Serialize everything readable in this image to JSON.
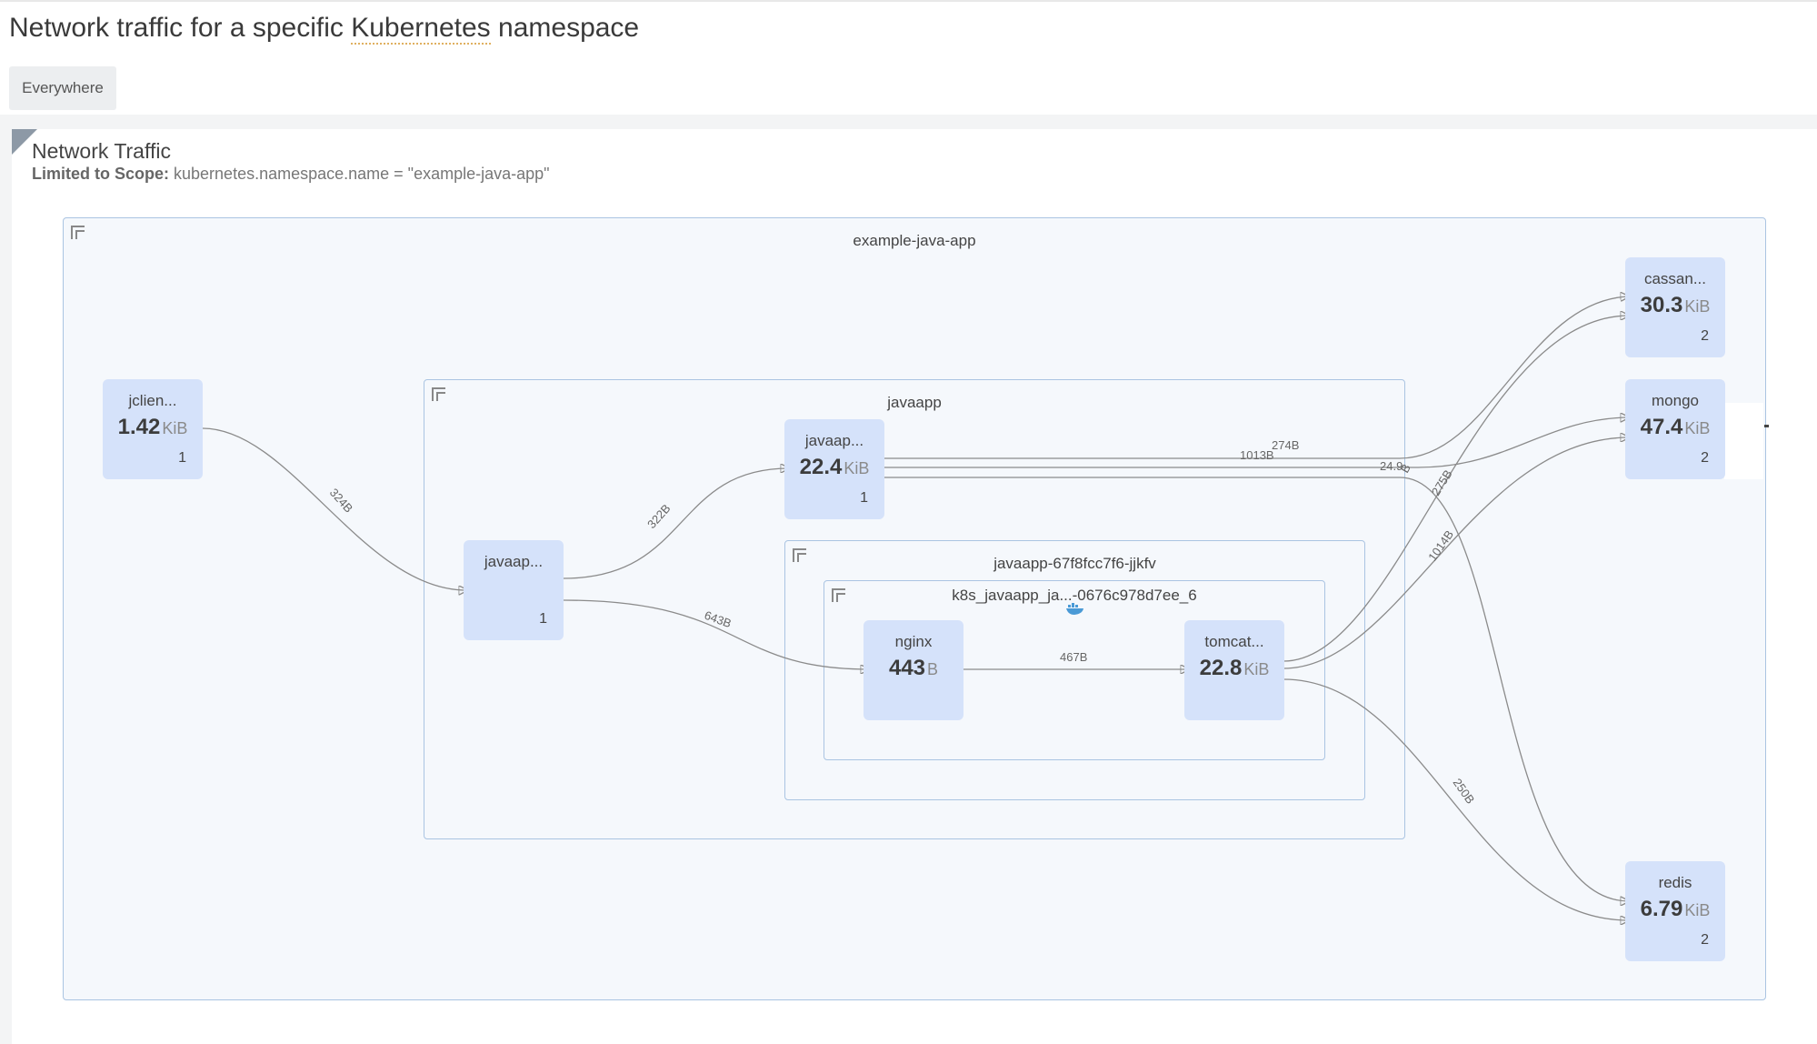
{
  "page": {
    "title_prefix": "Network traffic for a specific ",
    "title_term": "Kubernetes",
    "title_suffix": " namespace",
    "scope_button": "Everywhere"
  },
  "panel": {
    "title": "Network Traffic",
    "scope_label": "Limited to Scope:",
    "scope_value": " kubernetes.namespace.name = \"example-java-app\""
  },
  "groups": {
    "namespace": "example-java-app",
    "service": "javaapp",
    "pod": "javaapp-67f8fcc7f6-jjkfv",
    "container": "k8s_javaapp_ja...-0676c978d7ee_6"
  },
  "nodes": {
    "jclient": {
      "name": "jclien...",
      "value": "1.42",
      "unit": "KiB",
      "count": "1"
    },
    "javaapp_upper": {
      "name": "javaap...",
      "value": "22.4",
      "unit": "KiB",
      "count": "1"
    },
    "javaapp_lower": {
      "name": "javaap...",
      "value": "",
      "unit": "",
      "count": "1"
    },
    "nginx": {
      "name": "nginx",
      "value": "443",
      "unit": "B",
      "count": ""
    },
    "tomcat": {
      "name": "tomcat...",
      "value": "22.8",
      "unit": "KiB",
      "count": ""
    },
    "cassandra": {
      "name": "cassan...",
      "value": "30.3",
      "unit": "KiB",
      "count": "2"
    },
    "mongo": {
      "name": "mongo",
      "value": "47.4",
      "unit": "KiB",
      "count": "2"
    },
    "redis": {
      "name": "redis",
      "value": "6.79",
      "unit": "KiB",
      "count": "2"
    }
  },
  "edge_labels": {
    "jclient_to_javaapp": "324B",
    "javaapp_to_javaapp": "322B",
    "javaapp_to_nginx": "643B",
    "nginx_to_tomcat": "467B",
    "javaapp_1013": "1013B",
    "javaapp_274": "274B",
    "javaapp_249": "24.9",
    "javaapp_249_unit": "B",
    "tomcat_275": "275B",
    "tomcat_1014": "1014B",
    "tomcat_to_redis": "250B"
  },
  "colors": {
    "node_fill": "#d5e2fa",
    "group_border": "#aac4e2",
    "group_fill": "#f5f8fc",
    "edge": "#8b8b8b"
  }
}
